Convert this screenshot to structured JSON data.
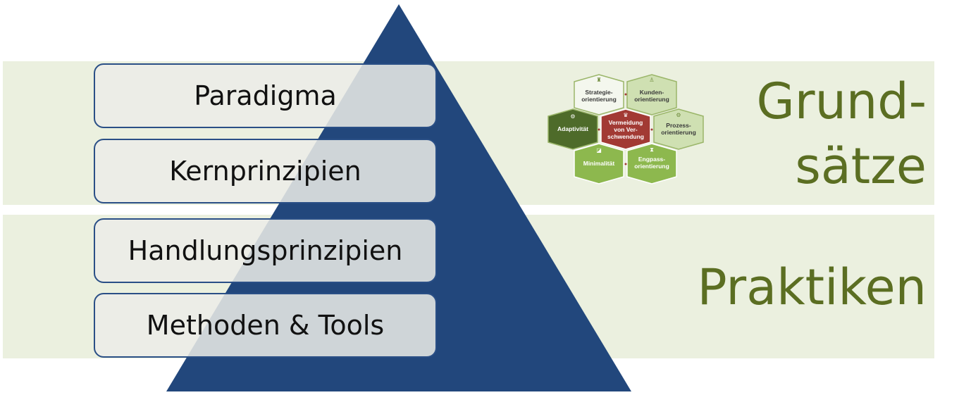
{
  "layers": [
    {
      "label": "Paradigma"
    },
    {
      "label": "Kernprinzipien"
    },
    {
      "label": "Handlungsprinzipien"
    },
    {
      "label": "Methoden & Tools"
    }
  ],
  "categories": {
    "principles": {
      "line1": "Grund-",
      "line2": "sätze"
    },
    "practices": {
      "label": "Praktiken"
    }
  },
  "hexagons": {
    "strategy": {
      "line1": "Strategie-",
      "line2": "orientierung"
    },
    "customer": {
      "line1": "Kunden-",
      "line2": "orientierung"
    },
    "adaptivity": {
      "line1": "Adaptivität"
    },
    "waste": {
      "line1": "Vermeidung",
      "line2": "von Ver-",
      "line3": "schwendung"
    },
    "process": {
      "line1": "Prozess-",
      "line2": "orientierung"
    },
    "minimality": {
      "line1": "Minimalität"
    },
    "bottleneck": {
      "line1": "Engpass-",
      "line2": "orientierung"
    }
  },
  "colors": {
    "pyramid": "#22477c",
    "band": "#ebf0df",
    "title_text": "#5b6e22",
    "hex_center": "#a23a34",
    "hex_dark": "#4e6b2a",
    "hex_mid": "#8db84e",
    "hex_light": "#cfe0b2",
    "hex_pale": "#f4f7ee"
  }
}
